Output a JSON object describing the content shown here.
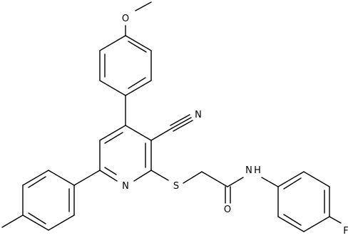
{
  "molecule": {
    "atoms": {
      "methoxy_o": "O",
      "nitrile_n": "N",
      "pyridine_n": "N",
      "thioether_s": "S",
      "amide_o": "O",
      "amide_nh": "N",
      "amide_h": "H",
      "fluorine": "F"
    }
  }
}
